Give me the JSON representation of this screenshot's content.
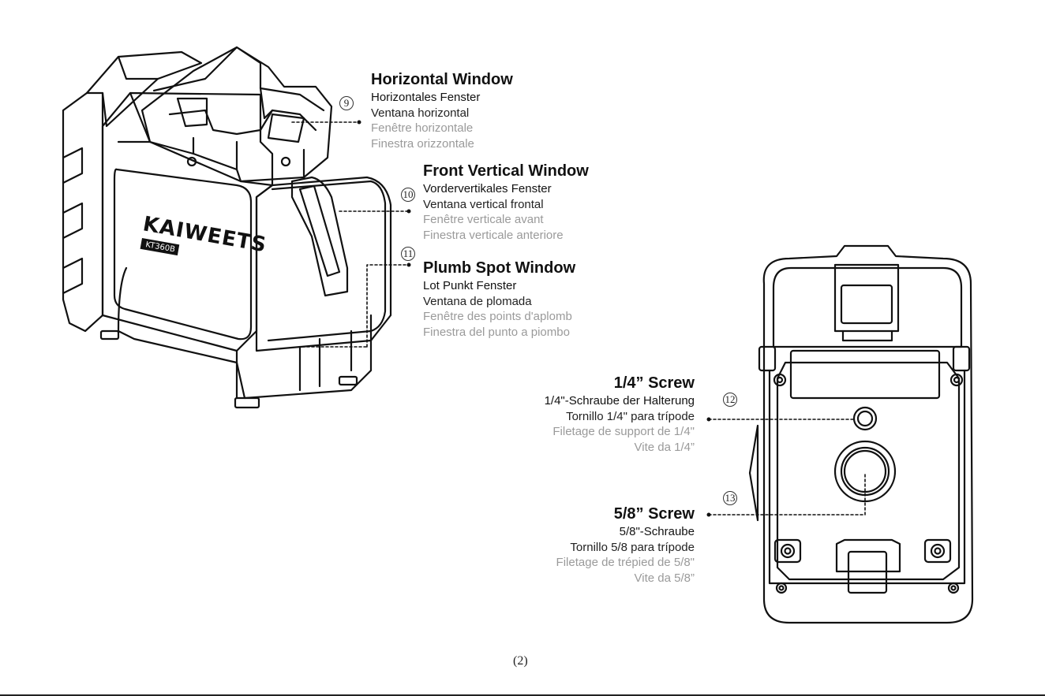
{
  "device_front": {
    "brand": "KAIWEETS",
    "model": "KT360B"
  },
  "labels": {
    "horizontal_window": {
      "number": "9",
      "title": "Horizontal Window",
      "lines": [
        "Horizontales Fenster",
        "Ventana horizontal",
        "Fenêtre horizontale",
        "Finestra orizzontale"
      ]
    },
    "front_vertical_window": {
      "number": "10",
      "title": "Front Vertical Window",
      "lines": [
        "Vordervertikales Fenster",
        "Ventana vertical frontal",
        "Fenêtre verticale avant",
        "Finestra verticale anteriore"
      ]
    },
    "plumb_spot_window": {
      "number": "11",
      "title": "Plumb Spot Window",
      "lines": [
        "Lot Punkt Fenster",
        "Ventana de plomada",
        "Fenêtre des points d'aplomb",
        "Finestra del punto a piombo"
      ]
    },
    "quarter_screw": {
      "number": "12",
      "title": "1/4” Screw",
      "lines": [
        "1/4\"-Schraube der Halterung",
        "Tornillo 1/4\" para trípode",
        "Filetage de support de 1/4\"",
        "Vite da 1/4”"
      ]
    },
    "five_eighths_screw": {
      "number": "13",
      "title": "5/8” Screw",
      "lines": [
        "5/8\"-Schraube",
        "Tornillo 5/8 para trípode",
        "Filetage de trépied de 5/8\"",
        "Vite da 5/8”"
      ]
    }
  },
  "page_number": "(2)"
}
